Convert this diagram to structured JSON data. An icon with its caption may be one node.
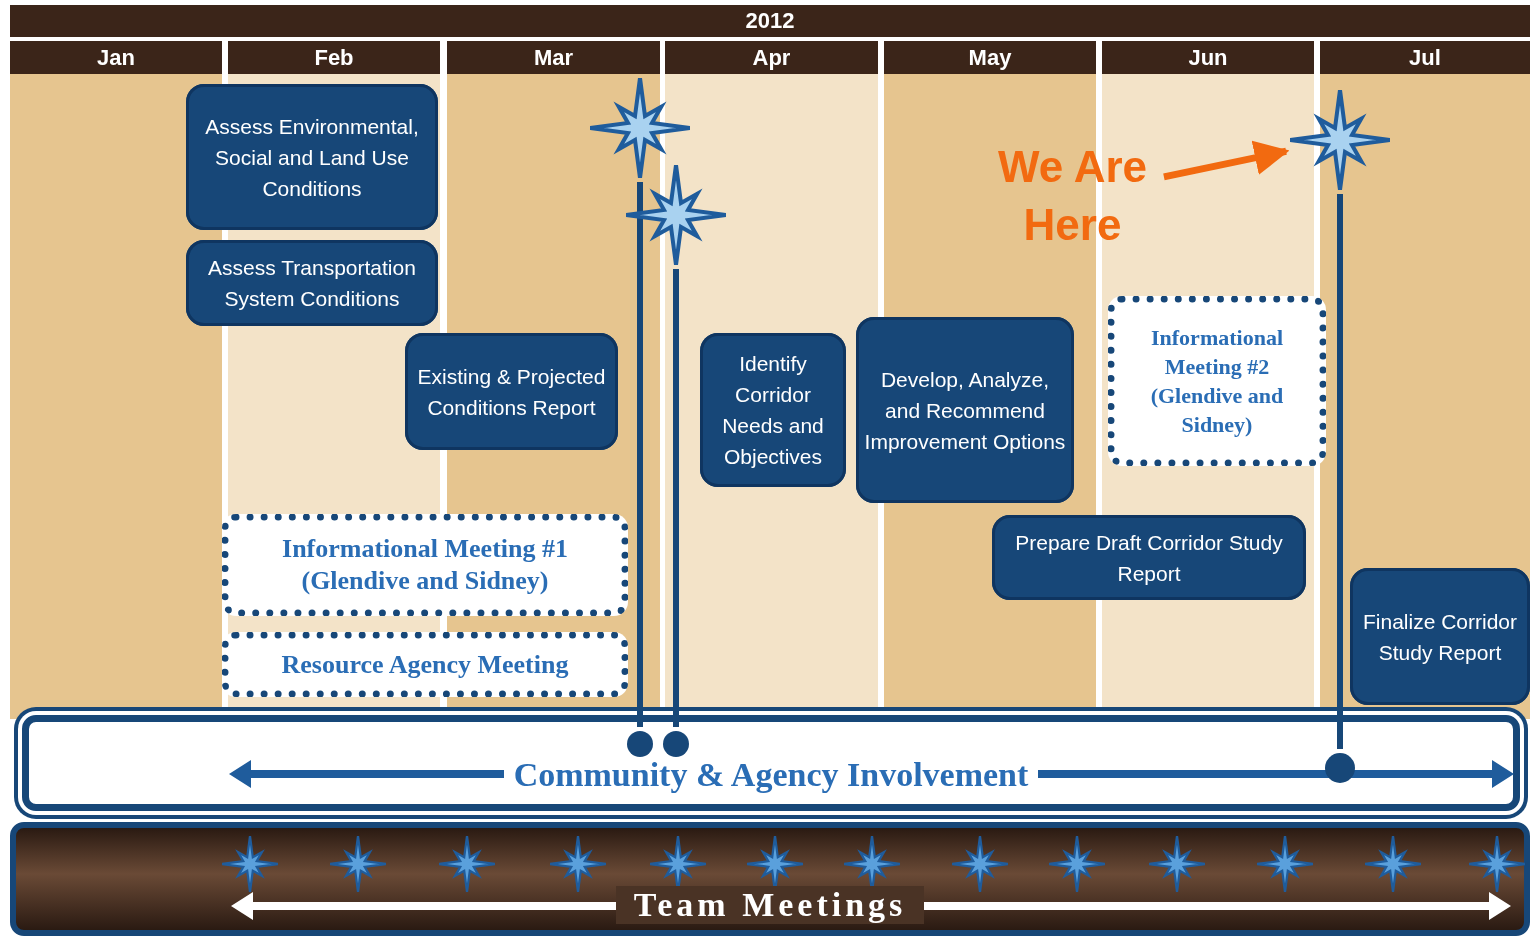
{
  "diagram": {
    "nodes": [
      {
        "text": [
          "2012"
        ]
      },
      {
        "text": [
          "Jan"
        ]
      },
      {
        "text": [
          "Feb"
        ]
      },
      {
        "text": [
          "Mar"
        ]
      },
      {
        "text": [
          "Apr"
        ]
      },
      {
        "text": [
          "May"
        ]
      },
      {
        "text": [
          "Jun"
        ]
      },
      {
        "text": [
          "Jul"
        ]
      },
      {
        "text": [
          "Assess Environmental, Social and Land Use Conditions"
        ]
      },
      {
        "text": [
          "Assess Transportation System Conditions"
        ]
      },
      {
        "text": [
          "Existing & Projected Conditions Report"
        ]
      },
      {
        "text": [
          "Identify Corridor Needs and Objectives"
        ]
      },
      {
        "text": [
          "Develop, Analyze, and Recommend Improvement Options"
        ]
      },
      {
        "text": [
          "Informational Meeting #1 (Glendive and Sidney)"
        ]
      },
      {
        "text": [
          "Resource Agency Meeting"
        ]
      },
      {
        "text": [
          "Prepare Draft Corridor Study Report"
        ]
      },
      {
        "text": [
          "Informational Meeting #2 (Glendive and Sidney)"
        ]
      },
      {
        "text": [
          "Finalize Corridor Study Report"
        ]
      },
      {
        "text": [
          "Community & Agency Involvement"
        ]
      },
      {
        "text": [
          "We Are Here"
        ]
      },
      {
        "text": [],
        "shape": "star"
      },
      {
        "text": [],
        "shape": "star"
      },
      {
        "text": [],
        "shape": "star"
      },
      {
        "text": [],
        "shape": "circle",
        "in": 18
      },
      {
        "text": [],
        "shape": "circle",
        "in": 18
      },
      {
        "text": [],
        "shape": "circle",
        "in": 18
      },
      {
        "text": [
          "Team Meetings"
        ]
      }
    ],
    "edges": [
      {
        "from": 19,
        "to": 22,
        "arrow": "to",
        "color": "#f26a10"
      },
      {
        "from": 20,
        "to": 23,
        "arrow": "none"
      },
      {
        "from": 21,
        "to": 24,
        "arrow": "none"
      },
      {
        "from": 22,
        "to": 25,
        "arrow": "none"
      }
    ]
  }
}
